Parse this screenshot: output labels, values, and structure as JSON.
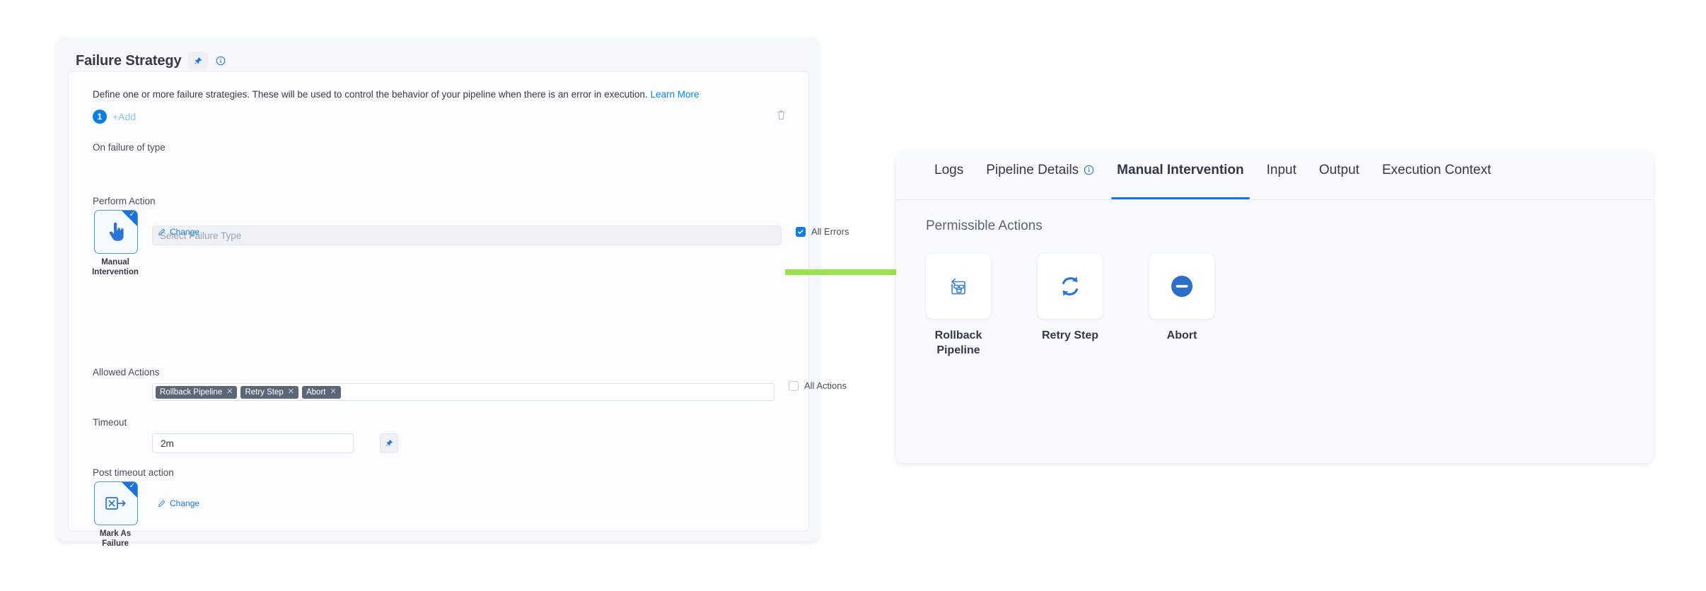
{
  "failure_strategy": {
    "title": "Failure Strategy",
    "pin_icon": "pin-icon",
    "info_icon": "info-circle-icon",
    "description": "Define one or more failure strategies. These will be used to control the behavior of your pipeline when there is an error in execution.",
    "learn_more": "Learn More",
    "index_badge": "1",
    "add_label": "+Add",
    "delete_icon": "trash-icon",
    "on_failure_of_type": {
      "label": "On failure of type",
      "placeholder": "Select Failure Type",
      "value": ""
    },
    "all_errors": {
      "label": "All Errors",
      "checked": true
    },
    "perform_action": {
      "label": "Perform Action",
      "selected": "Manual Intervention",
      "icon": "pointing-hand-icon",
      "change_label": "Change",
      "change_icon": "pencil-icon",
      "selected_badge_icon": "check-icon"
    },
    "allowed_actions": {
      "label": "Allowed Actions",
      "chips": [
        "Rollback Pipeline",
        "Retry Step",
        "Abort"
      ],
      "chip_remove_icon": "close-x-icon"
    },
    "all_actions": {
      "label": "All Actions",
      "checked": false
    },
    "timeout": {
      "label": "Timeout",
      "value": "2m",
      "pin_icon": "pin-icon"
    },
    "post_timeout_action": {
      "label": "Post timeout action",
      "selected": "Mark As Failure",
      "icon": "mark-as-failure-icon",
      "change_label": "Change",
      "change_icon": "pencil-icon",
      "selected_badge_icon": "check-icon"
    }
  },
  "arrow": {
    "name": "green-flow-arrow",
    "color": "#9BE34D"
  },
  "details_panel": {
    "tabs": [
      {
        "label": "Logs",
        "active": false,
        "icon": null
      },
      {
        "label": "Pipeline Details",
        "active": false,
        "icon": "info-circle-icon"
      },
      {
        "label": "Manual Intervention",
        "active": true,
        "icon": null
      },
      {
        "label": "Input",
        "active": false,
        "icon": null
      },
      {
        "label": "Output",
        "active": false,
        "icon": null
      },
      {
        "label": "Execution Context",
        "active": false,
        "icon": null
      }
    ],
    "permissible_actions_title": "Permissible Actions",
    "actions": [
      {
        "label": "Rollback Pipeline",
        "icon": "rollback-pipeline-icon"
      },
      {
        "label": "Retry Step",
        "icon": "retry-refresh-icon"
      },
      {
        "label": "Abort",
        "icon": "abort-minus-circle-icon"
      }
    ]
  },
  "colors": {
    "accent_blue": "#1374e0",
    "chip_bg": "#5d6677",
    "arrow_green": "#9BE34D",
    "panel_bg": "#f8fafd"
  }
}
